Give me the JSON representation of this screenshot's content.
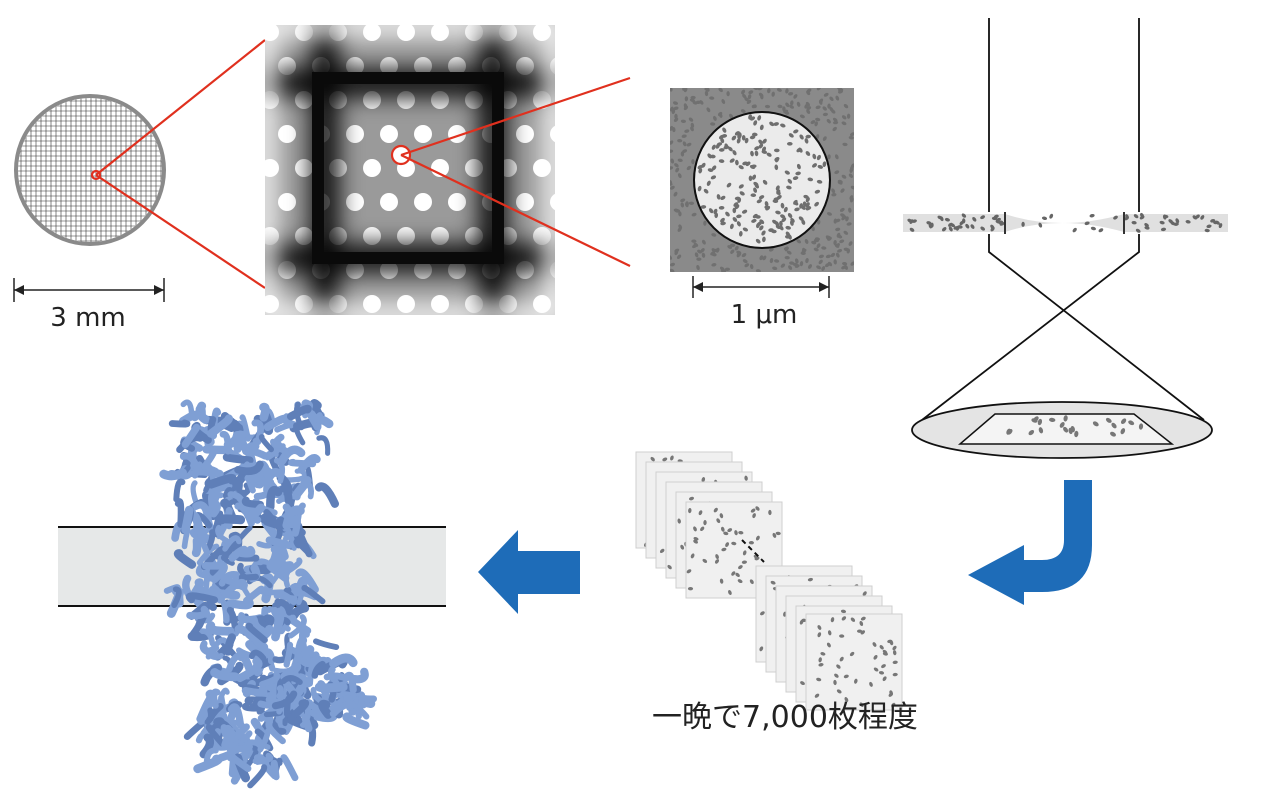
{
  "labels": {
    "grid_scale": "3 mm",
    "hole_scale": "1 μm",
    "image_count": "一晩で7,000枚程度"
  },
  "colors": {
    "zoom_line": "#e0301e",
    "arrow": "#1e6cb8",
    "grid_gray": "#8a8a8a",
    "ice_gray": "#e6e8e8",
    "particle": "#6e6e6e",
    "protein": "#7f9fd4"
  },
  "icons": {
    "grid": "em-grid-disc-icon",
    "square": "grid-square-icon",
    "hole": "ice-hole-icon",
    "beam": "electron-beam-icon",
    "frames": "micrograph-stack-icon",
    "map": "protein-density-map-icon",
    "membrane": "lipid-membrane-icon",
    "arrows": "flow-arrow-icon"
  }
}
